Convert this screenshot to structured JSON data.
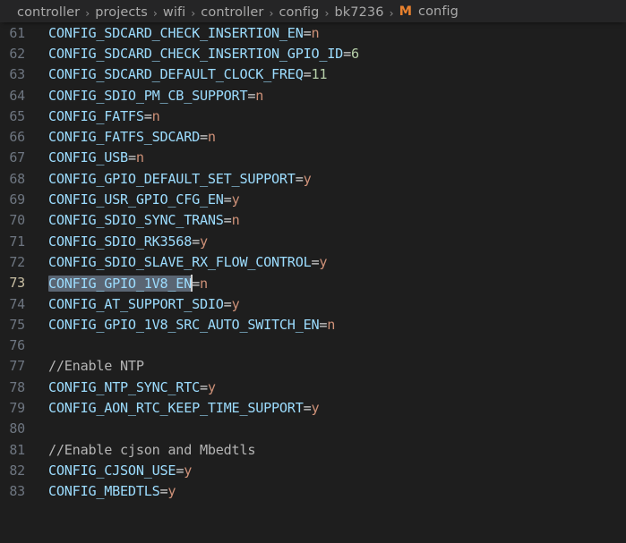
{
  "breadcrumb": {
    "separator": "›",
    "items": [
      {
        "label": "controller"
      },
      {
        "label": "projects"
      },
      {
        "label": "wifi"
      },
      {
        "label": "controller"
      },
      {
        "label": "config"
      },
      {
        "label": "bk7236"
      }
    ],
    "file": {
      "git_status": "M",
      "git_status_color": "#e8812e",
      "label": "config"
    }
  },
  "editor": {
    "theme": "dark",
    "background": "#1e1e1e",
    "active_line": 73,
    "selection": {
      "line": 73,
      "text": "CONFIG_GPIO_1V8_EN",
      "color": "#5a6573"
    },
    "cursor": {
      "line": 73,
      "column": 19
    },
    "colors": {
      "key": "#9cdcfe",
      "equals": "#d4d4d4",
      "value": "#ce9178",
      "number": "#b5cea8",
      "comment": "#b4b4b4",
      "line_number": "#6e7681",
      "active_line_number": "#c9bfa3"
    },
    "lines": [
      {
        "num": "61",
        "key": "CONFIG_SDCARD_CHECK_INSERTION_EN",
        "eq": "=",
        "val": "n",
        "val_type": "value"
      },
      {
        "num": "62",
        "key": "CONFIG_SDCARD_CHECK_INSERTION_GPIO_ID",
        "eq": "=",
        "val": "6",
        "val_type": "number"
      },
      {
        "num": "63",
        "key": "CONFIG_SDCARD_DEFAULT_CLOCK_FREQ",
        "eq": "=",
        "val": "11",
        "val_type": "number"
      },
      {
        "num": "64",
        "key": "CONFIG_SDIO_PM_CB_SUPPORT",
        "eq": "=",
        "val": "n",
        "val_type": "value"
      },
      {
        "num": "65",
        "key": "CONFIG_FATFS",
        "eq": "=",
        "val": "n",
        "val_type": "value"
      },
      {
        "num": "66",
        "key": "CONFIG_FATFS_SDCARD",
        "eq": "=",
        "val": "n",
        "val_type": "value"
      },
      {
        "num": "67",
        "key": "CONFIG_USB",
        "eq": "=",
        "val": "n",
        "val_type": "value"
      },
      {
        "num": "68",
        "key": "CONFIG_GPIO_DEFAULT_SET_SUPPORT",
        "eq": "=",
        "val": "y",
        "val_type": "value"
      },
      {
        "num": "69",
        "key": "CONFIG_USR_GPIO_CFG_EN",
        "eq": "=",
        "val": "y",
        "val_type": "value"
      },
      {
        "num": "70",
        "key": "CONFIG_SDIO_SYNC_TRANS",
        "eq": "=",
        "val": "n",
        "val_type": "value"
      },
      {
        "num": "71",
        "key": "CONFIG_SDIO_RK3568",
        "eq": "=",
        "val": "y",
        "val_type": "value"
      },
      {
        "num": "72",
        "key": "CONFIG_SDIO_SLAVE_RX_FLOW_CONTROL",
        "eq": "=",
        "val": "y",
        "val_type": "value"
      },
      {
        "num": "73",
        "key": "CONFIG_GPIO_1V8_EN",
        "eq": "=",
        "val": "n",
        "val_type": "value",
        "selected": true,
        "cursor": true
      },
      {
        "num": "74",
        "key": "CONFIG_AT_SUPPORT_SDIO",
        "eq": "=",
        "val": "y",
        "val_type": "value"
      },
      {
        "num": "75",
        "key": "CONFIG_GPIO_1V8_SRC_AUTO_SWITCH_EN",
        "eq": "=",
        "val": "n",
        "val_type": "value"
      },
      {
        "num": "76",
        "blank": true
      },
      {
        "num": "77",
        "comment": "//Enable NTP"
      },
      {
        "num": "78",
        "key": "CONFIG_NTP_SYNC_RTC",
        "eq": "=",
        "val": "y",
        "val_type": "value"
      },
      {
        "num": "79",
        "key": "CONFIG_AON_RTC_KEEP_TIME_SUPPORT",
        "eq": "=",
        "val": "y",
        "val_type": "value"
      },
      {
        "num": "80",
        "blank": true
      },
      {
        "num": "81",
        "comment": "//Enable cjson and Mbedtls"
      },
      {
        "num": "82",
        "key": "CONFIG_CJSON_USE",
        "eq": "=",
        "val": "y",
        "val_type": "value"
      },
      {
        "num": "83",
        "key": "CONFIG_MBEDTLS",
        "eq": "=",
        "val": "y",
        "val_type": "value"
      }
    ]
  }
}
